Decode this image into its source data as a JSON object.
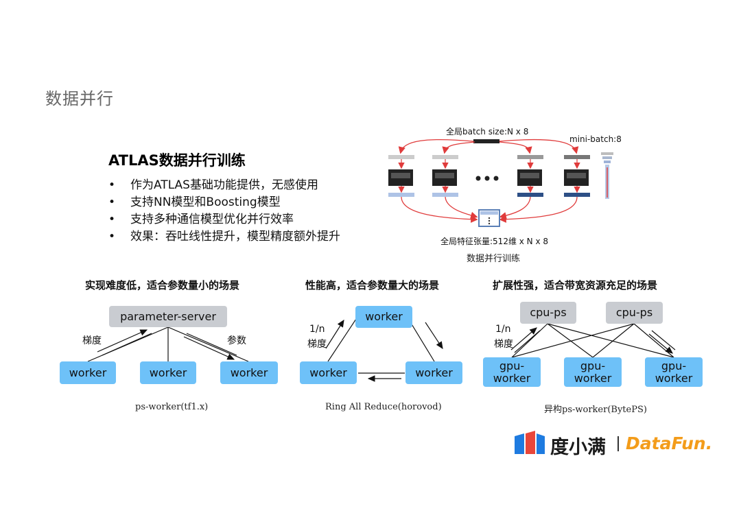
{
  "slide_title": "数据并行",
  "atlas": {
    "heading": "ATLAS数据并行训练",
    "bullets": [
      "作为ATLAS基础功能提供，无感使用",
      "支持NN模型和Boosting模型",
      "支持多种通信模型优化并行效率",
      "效果：吞吐线性提升，模型精度额外提升"
    ]
  },
  "figure": {
    "batch_label": "全局batch size:N x 8",
    "mini_batch_label": "mini-batch:8",
    "tensor_label": "全局特征张量:512维 x N x 8",
    "caption": "数据并行训练",
    "colors": {
      "arrow": "#e03b3b",
      "light_bar": "#aec3e6",
      "dark_bar": "#2d4f86"
    }
  },
  "ps_worker": {
    "title": "实现难度低，适合参数量小的场景",
    "server": "parameter-server",
    "workers": [
      "worker",
      "worker",
      "worker"
    ],
    "gradient_label": "梯度",
    "param_label": "参数",
    "caption": "ps-worker(tf1.x)"
  },
  "ring": {
    "title": "性能高，适合参数量大的场景",
    "workers": [
      "worker",
      "worker",
      "worker"
    ],
    "fraction_label": "1/n",
    "gradient_label": "梯度",
    "caption": "Ring All Reduce(horovod)"
  },
  "byteps": {
    "title": "扩展性强，适合带宽资源充足的场景",
    "cpu_ps": [
      "cpu-ps",
      "cpu-ps"
    ],
    "gpu_workers": [
      "gpu-\nworker",
      "gpu-\nworker",
      "gpu-\nworker"
    ],
    "fraction_label": "1/n",
    "gradient_label": "梯度",
    "caption": "异构ps-worker(BytePS)"
  },
  "logo": {
    "brand": "度小满",
    "partner": "DataFun.",
    "colors": {
      "brand_blue": "#1e7be0",
      "brand_red": "#e8463a",
      "partner_orange": "#f39c1a"
    }
  }
}
